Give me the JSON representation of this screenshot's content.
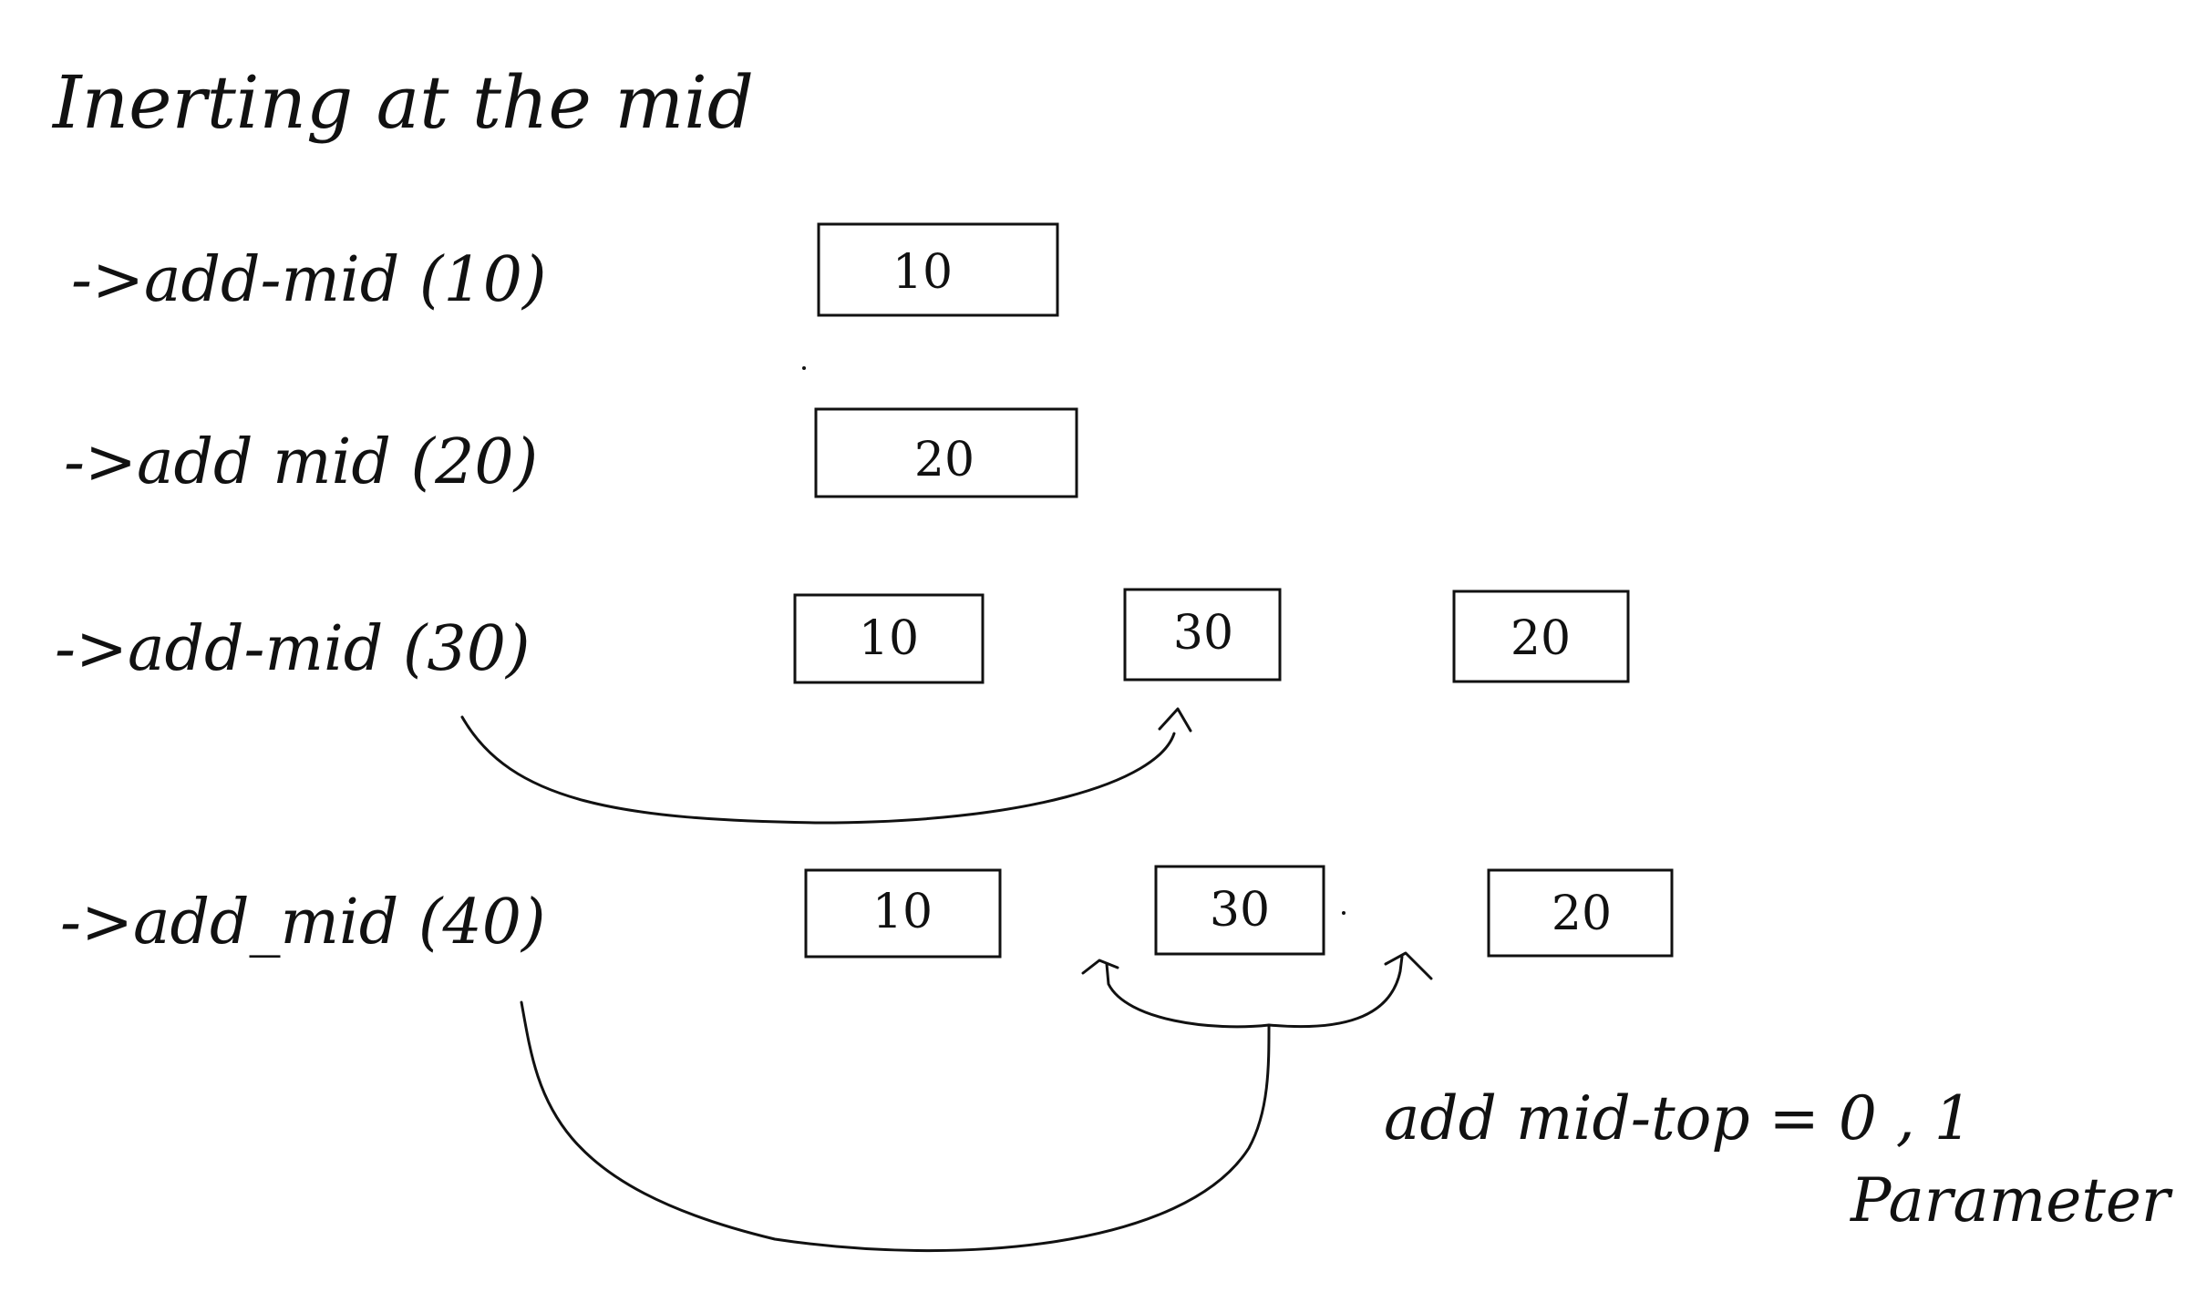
{
  "title": "Inerting at the mid",
  "steps": [
    {
      "call": "->add-mid (10)",
      "nodes": [
        "10"
      ]
    },
    {
      "call": "->add mid (20)",
      "nodes": [
        "20"
      ]
    },
    {
      "call": "->add-mid (30)",
      "nodes": [
        "10",
        "30",
        "20"
      ]
    },
    {
      "call": "->add_mid (40)",
      "nodes": [
        "10",
        "30",
        "20"
      ]
    }
  ],
  "note": {
    "line1": "add mid-top = 0 , 1",
    "line2": "Parameter"
  }
}
